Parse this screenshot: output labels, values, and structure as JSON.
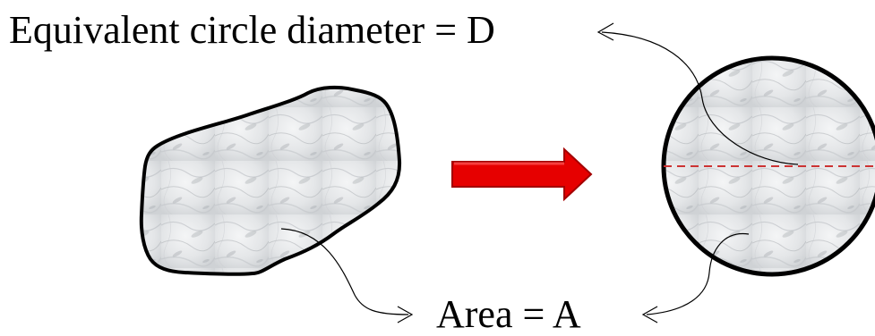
{
  "title": "Equivalent circle diameter = D",
  "area_label": "Area = A",
  "colors": {
    "outline": "#000000",
    "arrow_fill": "#e60000",
    "arrow_edge": "#a30000",
    "diameter_line": "#cc3333",
    "texture_base": "#e8e9ea"
  },
  "icons": [
    "irregular-particle",
    "equivalent-circle",
    "conversion-arrow"
  ]
}
